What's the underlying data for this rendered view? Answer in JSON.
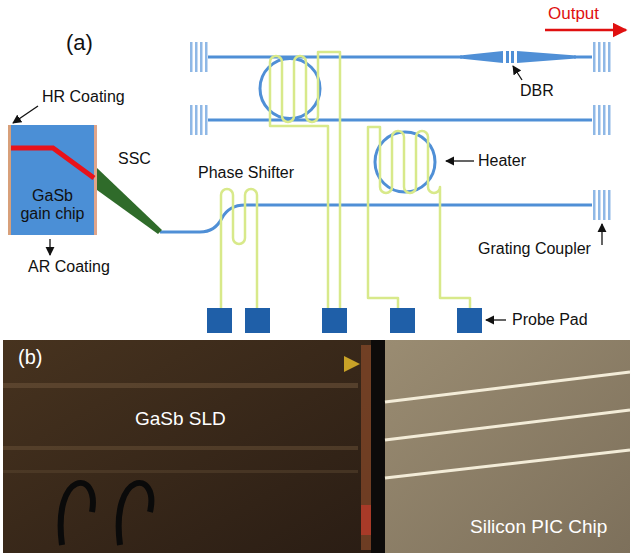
{
  "diagram": {
    "nodes": [
      {
        "text": [
          "GaSb gain chip"
        ]
      },
      {
        "text": [
          "GaSb SLD"
        ]
      },
      {
        "text": [
          "Silicon PIC Chip"
        ]
      }
    ],
    "labels": [
      "(a)",
      "Output",
      "HR Coating",
      "SSC",
      "Phase Shifter",
      "DBR",
      "Heater",
      "AR Coating",
      "Grating Coupler",
      "Probe Pad",
      "(b)"
    ]
  }
}
